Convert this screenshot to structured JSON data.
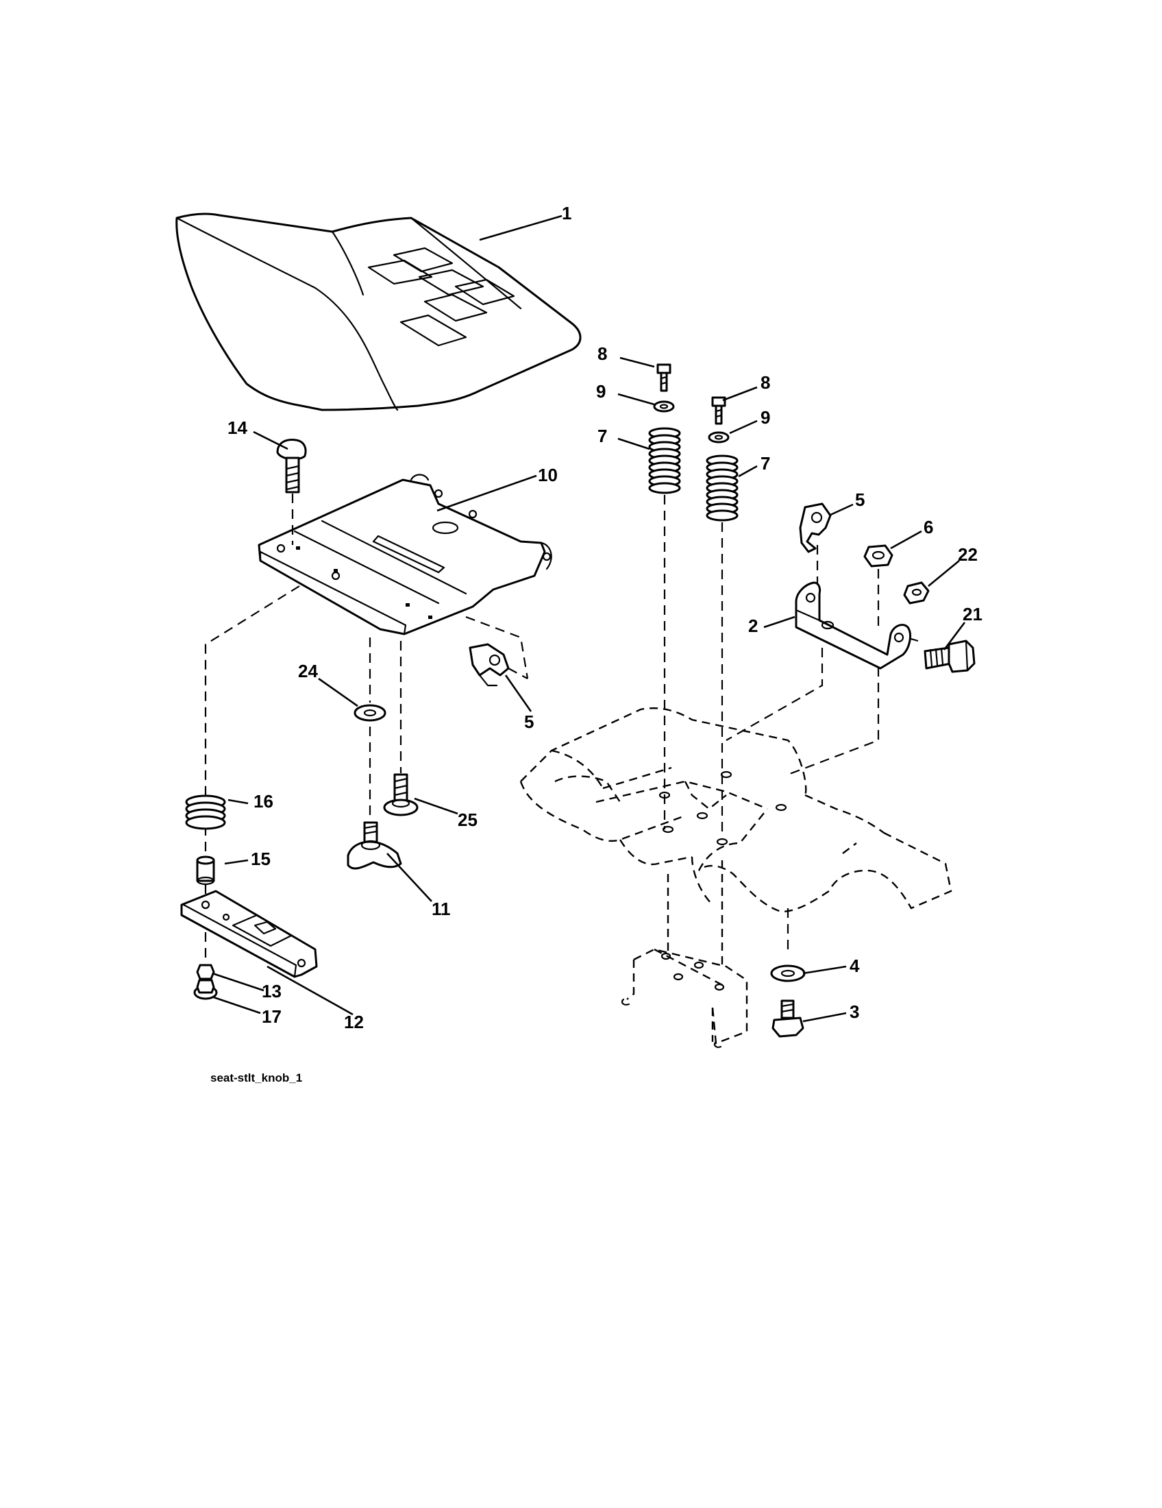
{
  "diagram_id": "seat-stlt_knob_1",
  "callouts": {
    "c1": "1",
    "c2": "2",
    "c3": "3",
    "c4": "4",
    "c5a": "5",
    "c5b": "5",
    "c6": "6",
    "c7a": "7",
    "c7b": "7",
    "c8a": "8",
    "c8b": "8",
    "c9a": "9",
    "c9b": "9",
    "c10": "10",
    "c11": "11",
    "c12": "12",
    "c13": "13",
    "c14": "14",
    "c15": "15",
    "c16": "16",
    "c17": "17",
    "c21": "21",
    "c22": "22",
    "c24": "24",
    "c25": "25"
  },
  "colors": {
    "line": "#000000",
    "background": "#ffffff"
  }
}
